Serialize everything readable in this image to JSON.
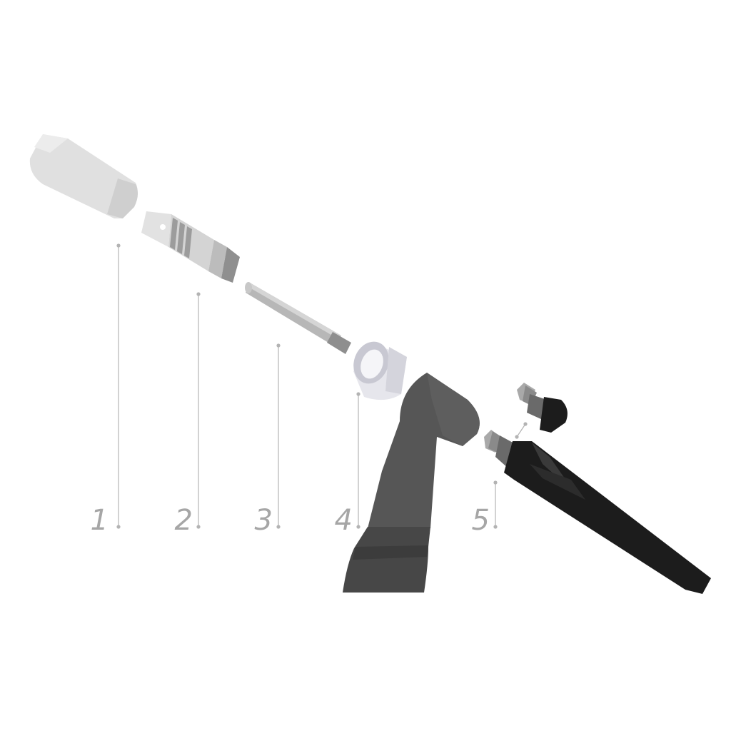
{
  "callouts": [
    {
      "label": "1"
    },
    {
      "label": "2"
    },
    {
      "label": "3"
    },
    {
      "label": "4"
    },
    {
      "label": "5"
    }
  ],
  "colors": {
    "background": "#ffffff",
    "leader_line": "#b3b3b3",
    "number_text": "#a6a6a6",
    "ceramic_nozzle": "#dedede",
    "collet_body": "#d2d2d2",
    "collet_thread": "#9a9a9a",
    "electrode": "#b0b0b0",
    "gas_lens": "#e8e8ee",
    "torch_head": "#565656",
    "torch_handle": "#474747",
    "back_cap": "#1c1c1c"
  }
}
